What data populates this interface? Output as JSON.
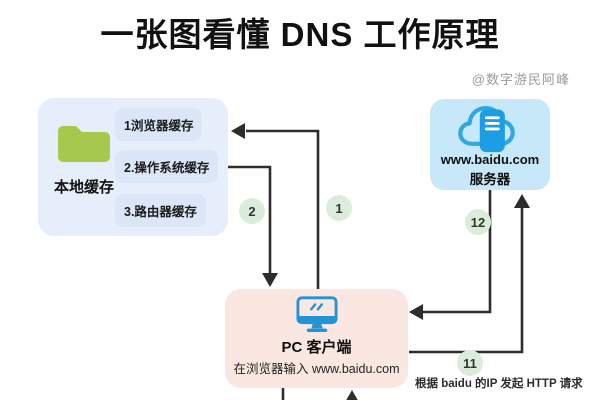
{
  "page": {
    "title": "一张图看懂 DNS 工作原理",
    "watermark": "@数字游民阿峰"
  },
  "local_cache_box": {
    "icon": "folder-icon",
    "label": "本地缓存",
    "items": [
      "1浏览器缓存",
      "2.操作系统缓存",
      "3.路由器缓存"
    ]
  },
  "server_box": {
    "icon": "cloud-server-icon",
    "domain": "www.baidu.com",
    "label": "服务器"
  },
  "pc_box": {
    "icon": "monitor-icon",
    "title": "PC 客户端",
    "subtitle": "在浏览器输入 www.baidu.com"
  },
  "step_badges": {
    "step1": "1",
    "step2": "2",
    "step11": "11",
    "step12": "12"
  },
  "annotation": "根据 baidu 的IP 发起 HTTP 请求",
  "colors": {
    "local_cache_bg": "#e7eefb",
    "cache_item_bg": "#dbe7f8",
    "server_bg": "#c7e8f8",
    "pc_bg": "#fbe7e2",
    "badge_bg": "#dcecdb",
    "folder_green": "#a6c94d",
    "cloud_blue": "#2ea7e3",
    "server_rect_blue": "#1b9ee4",
    "monitor_blue": "#2393d3",
    "arrow": "#2d2d2d",
    "watermark_gray": "#9a9a9a"
  }
}
